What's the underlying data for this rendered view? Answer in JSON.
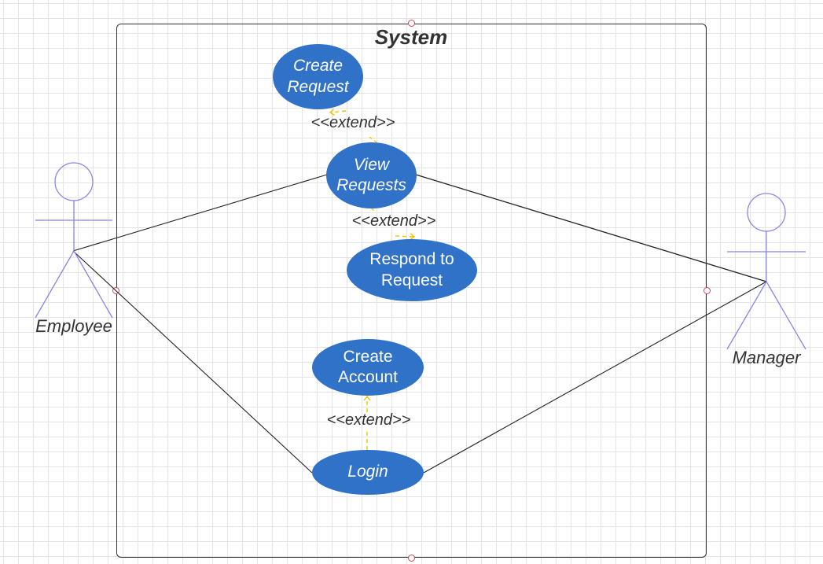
{
  "diagram": {
    "system_title": "System",
    "extend_label": "<<extend>>",
    "colors": {
      "usecase_fill": "#2f72c8",
      "actor_stroke": "#8a85e8",
      "extend_arrow": "#f2c200",
      "association": "#222222",
      "handle": "#d7445a"
    },
    "actors": {
      "employee": {
        "label": "Employee",
        "icon": "stick-figure-actor"
      },
      "manager": {
        "label": "Manager",
        "icon": "stick-figure-actor"
      }
    },
    "usecases": {
      "create_request": {
        "label": "Create Request"
      },
      "view_requests": {
        "label": "View Requests"
      },
      "respond_request": {
        "label": "Respond to Request"
      },
      "create_account": {
        "label": "Create Account"
      },
      "login": {
        "label": "Login"
      }
    },
    "relations": [
      {
        "type": "association",
        "from": "Employee",
        "to": "View Requests"
      },
      {
        "type": "association",
        "from": "Employee",
        "to": "Login"
      },
      {
        "type": "association",
        "from": "Manager",
        "to": "View Requests"
      },
      {
        "type": "association",
        "from": "Manager",
        "to": "Login"
      },
      {
        "type": "extend",
        "from": "View Requests",
        "to": "Create Request"
      },
      {
        "type": "extend",
        "from": "View Requests",
        "to": "Respond to Request"
      },
      {
        "type": "extend",
        "from": "Login",
        "to": "Create Account"
      }
    ]
  }
}
